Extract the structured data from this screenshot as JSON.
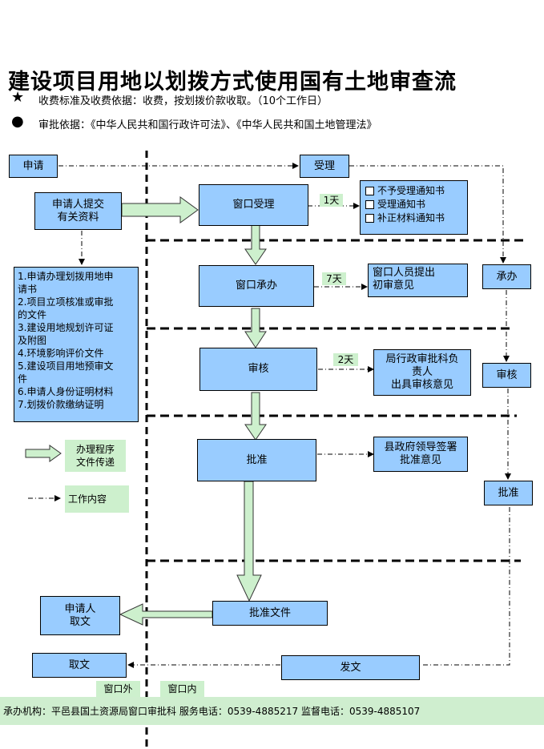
{
  "title": "建设项目用地以划拨方式使用国有土地审查流",
  "notes": {
    "star_symbol": "★",
    "fee": "收费标准及收费依据：收费，按划拨价款收取。（10个工作日）",
    "dot_symbol": "●",
    "basis": "审批依据：《中华人民共和国行政许可法》、《中华人民共和国土地管理法》"
  },
  "boxes": {
    "apply": "申请",
    "accept": "受理",
    "applicant_submit": [
      "申请人提交",
      "有关资料"
    ],
    "window_accept": "窗口受理",
    "undertake_right": "承办",
    "window_undertake": "窗口承办",
    "opinion_initial": [
      "窗口人员提出",
      "初审意见"
    ],
    "review": "审核",
    "review_right": "审核",
    "review_opinion": [
      "局行政审批科负",
      "责人",
      "出具审核意见"
    ],
    "approve": "批准",
    "approve_opinion": [
      "县政府领导签署",
      "批准意见"
    ],
    "approve_right": "批准",
    "approve_doc": "批准文件",
    "applicant_get": [
      "申请人",
      "取文"
    ],
    "get_doc": "取文",
    "send_doc": "发文"
  },
  "checklist": [
    "不予受理通知书",
    "受理通知书",
    "补正材料通知书"
  ],
  "materials": [
    "1.申请办理划拨用地申",
    "请书",
    "2.项目立项核准或审批",
    "的文件",
    "3.建设用地规划许可证",
    "及附图",
    "4.环境影响评价文件",
    "5.建设项目用地预审文",
    "件",
    "6.申请人身份证明材料",
    "7.划拨价款缴纳证明"
  ],
  "days": {
    "d1": "1天",
    "d7": "7天",
    "d2": "2天"
  },
  "legend": {
    "process_label": [
      "办理程序",
      "文件传递"
    ],
    "work_label": "工作内容"
  },
  "zones": {
    "outside": "窗口外",
    "inside": "窗口内"
  },
  "footer": "承办机构：平邑县国土资源局窗口审批科   服务电话：0539-4885217   监督电话：0539-4885107",
  "colors": {
    "box_blue": "#99ccff",
    "label_green": "#cdf0cd",
    "arrow_green": "#cdf0cd"
  }
}
